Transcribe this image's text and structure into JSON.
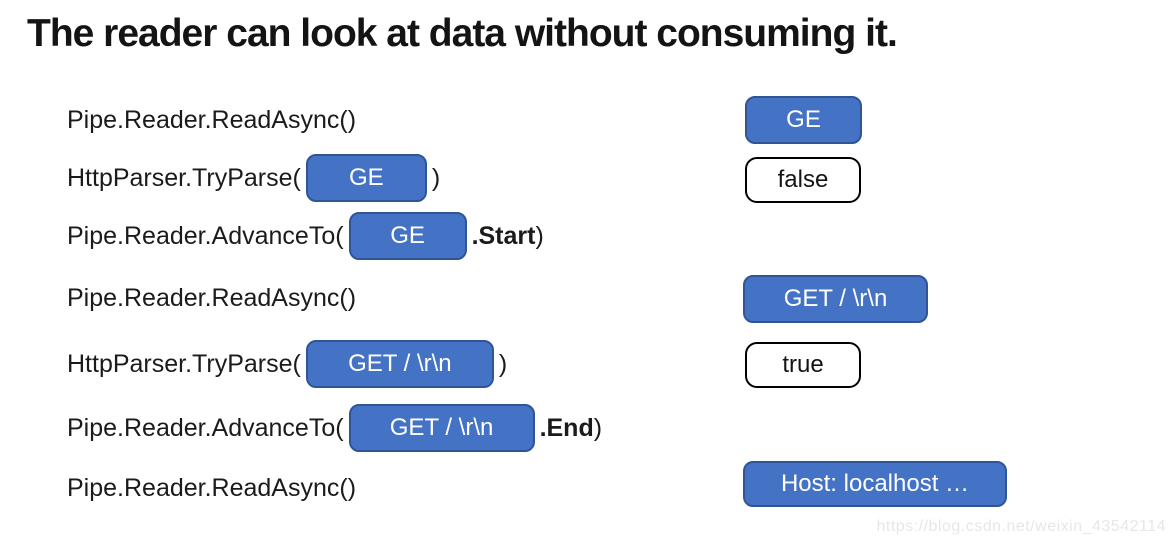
{
  "title": "The reader can look at data without consuming it.",
  "colors": {
    "buffer_fill": "#4472C4",
    "buffer_border": "#2F5597",
    "value_border": "#000000",
    "text": "#1b1b1b",
    "watermark": "#e7e7e7"
  },
  "rows": [
    {
      "code": "Pipe.Reader.ReadAsync()"
    },
    {
      "code_before": "HttpParser.TryParse(",
      "buffer": "GE",
      "code_after": ")"
    },
    {
      "code_before": "Pipe.Reader.AdvanceTo(",
      "buffer": "GE",
      "position_ref": ".Start",
      "code_after": ")"
    },
    {
      "code": "Pipe.Reader.ReadAsync()"
    },
    {
      "code_before": "HttpParser.TryParse(",
      "buffer": "GET / \\r\\n",
      "code_after": ")"
    },
    {
      "code_before": "Pipe.Reader.AdvanceTo(",
      "buffer": "GET / \\r\\n",
      "position_ref": ".End",
      "code_after": ")"
    },
    {
      "code": "Pipe.Reader.ReadAsync()"
    }
  ],
  "results": [
    {
      "type": "buffer",
      "label": "GE"
    },
    {
      "type": "value",
      "label": "false"
    },
    {
      "type": "buffer",
      "label": "GET / \\r\\n"
    },
    {
      "type": "value",
      "label": "true"
    },
    {
      "type": "buffer",
      "label": "Host: localhost …"
    }
  ],
  "watermark": "https://blog.csdn.net/weixin_43542114"
}
